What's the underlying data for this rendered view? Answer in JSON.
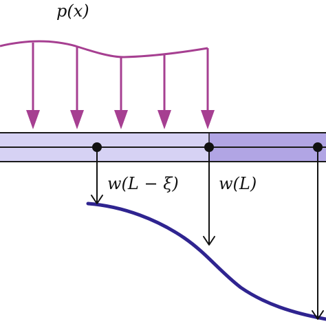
{
  "labels": {
    "load": "p(x)",
    "deflection_inner": "w(L − ξ)",
    "deflection_end": "w(L)"
  },
  "colors": {
    "load": "#a63f91",
    "beam_fill": "#d6d2f4",
    "beam_section_fill": "#b1a5e4",
    "beam_stroke": "#1a1a1a",
    "curve": "#2f2490",
    "arrow": "#111111",
    "node": "#111111"
  },
  "icons": {
    "load_arrow": "down-arrow-icon",
    "deflection_arrow": "down-arrow-icon",
    "node": "dot-icon"
  }
}
